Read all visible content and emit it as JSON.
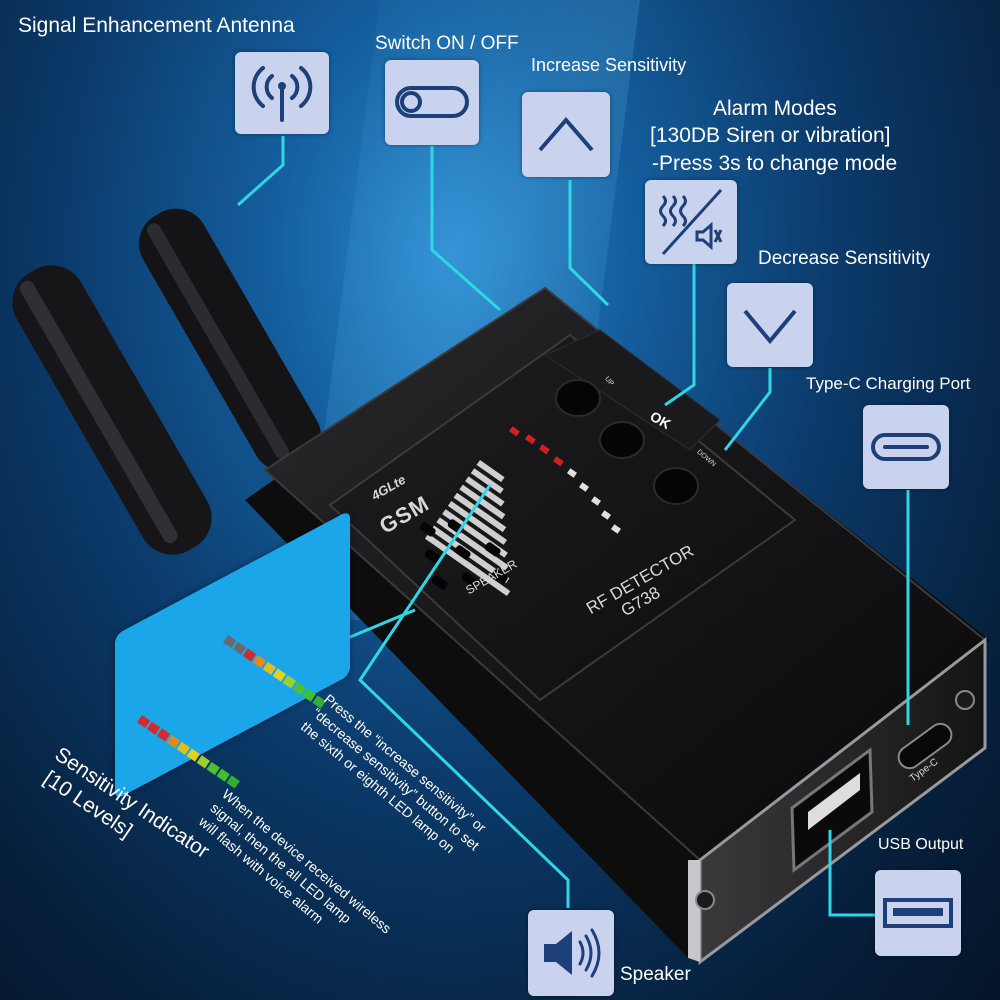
{
  "callouts": {
    "antenna": "Signal Enhancement Antenna",
    "power": "Switch ON / OFF",
    "increase": "Increase Sensitivity",
    "alarm_title": "Alarm Modes",
    "alarm_line2": "[130DB Siren or vibration]",
    "alarm_line3": "-Press 3s to change mode",
    "decrease": "Decrease Sensitivity",
    "typec": "Type-C Charging Port",
    "usb": "USB Output",
    "speaker": "Speaker"
  },
  "device": {
    "brand_top": "4GLte",
    "brand_bottom": "GSM",
    "model_line1": "RF DETECTOR",
    "model_line2": "G738",
    "speaker_label": "SPEAKER",
    "btn_up": "UP",
    "btn_ok": "OK",
    "btn_down": "DOWN",
    "port_typec": "Type-C"
  },
  "sensitivity": {
    "title": "Sensitivity Indicator",
    "levels": "[10 Levels]",
    "levels_count": 10,
    "desc1": [
      "Press the “increase sensitivity” or",
      "“decrease sensitivity” button to set",
      "the sixth or eighth LED lamp on"
    ],
    "desc2": [
      "When the device received wireless",
      "signal, then the all LED lamp",
      "will flash  with voice alarm"
    ]
  },
  "colors": {
    "accent_line": "#2fd6e6",
    "icon_bg": "#c9d3ee",
    "icon_stroke": "#1d3f7a",
    "inset_bg": "#1aa6e8"
  }
}
